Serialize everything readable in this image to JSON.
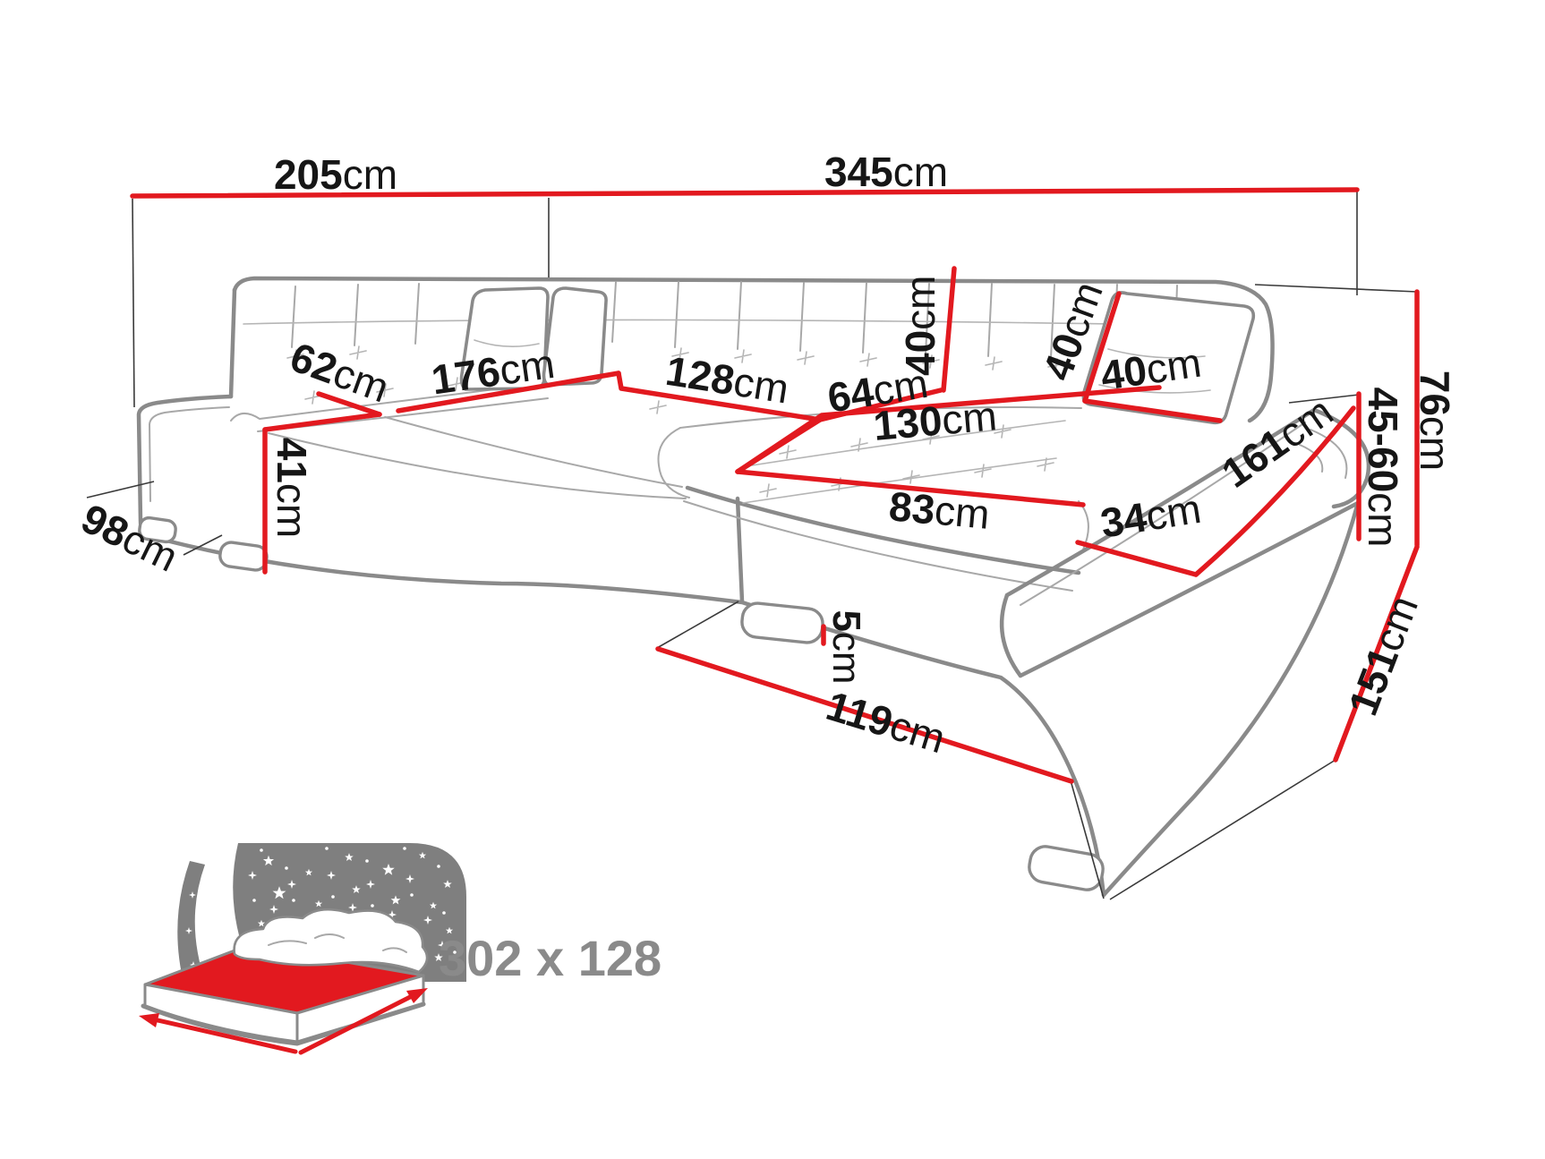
{
  "diagram": {
    "unit": "cm",
    "dims": {
      "d205": {
        "value": "205",
        "unit": "cm"
      },
      "d345": {
        "value": "345",
        "unit": "cm"
      },
      "d62": {
        "value": "62",
        "unit": "cm"
      },
      "d176": {
        "value": "176",
        "unit": "cm"
      },
      "d128": {
        "value": "128",
        "unit": "cm"
      },
      "d64": {
        "value": "64",
        "unit": "cm"
      },
      "d40a": {
        "value": "40",
        "unit": "cm"
      },
      "d40b": {
        "value": "40",
        "unit": "cm"
      },
      "d40c": {
        "value": "40",
        "unit": "cm"
      },
      "d130": {
        "value": "130",
        "unit": "cm"
      },
      "d83": {
        "value": "83",
        "unit": "cm"
      },
      "d34": {
        "value": "34",
        "unit": "cm"
      },
      "d161": {
        "value": "161",
        "unit": "cm"
      },
      "d4560": {
        "value": "45-60",
        "unit": "cm"
      },
      "d76": {
        "value": "76",
        "unit": "cm"
      },
      "d151": {
        "value": "151",
        "unit": "cm"
      },
      "d41": {
        "value": "41",
        "unit": "cm"
      },
      "d98": {
        "value": "98",
        "unit": "cm"
      },
      "d5": {
        "value": "5",
        "unit": "cm"
      },
      "d119": {
        "value": "119",
        "unit": "cm"
      }
    }
  },
  "sleeping_area": {
    "icon": "sleeping-bed-icon",
    "label": "302 x 128"
  },
  "colors": {
    "dimension_red": "#e2191f",
    "sofa_gray": "#8a8a8a",
    "sofa_detail_gray": "#a8a8a8",
    "extension_black": "#3a3a3a",
    "label_black": "#161616",
    "icon_gray": "#7f7f7f",
    "label_gray": "#8a8a8a",
    "background": "#ffffff"
  }
}
